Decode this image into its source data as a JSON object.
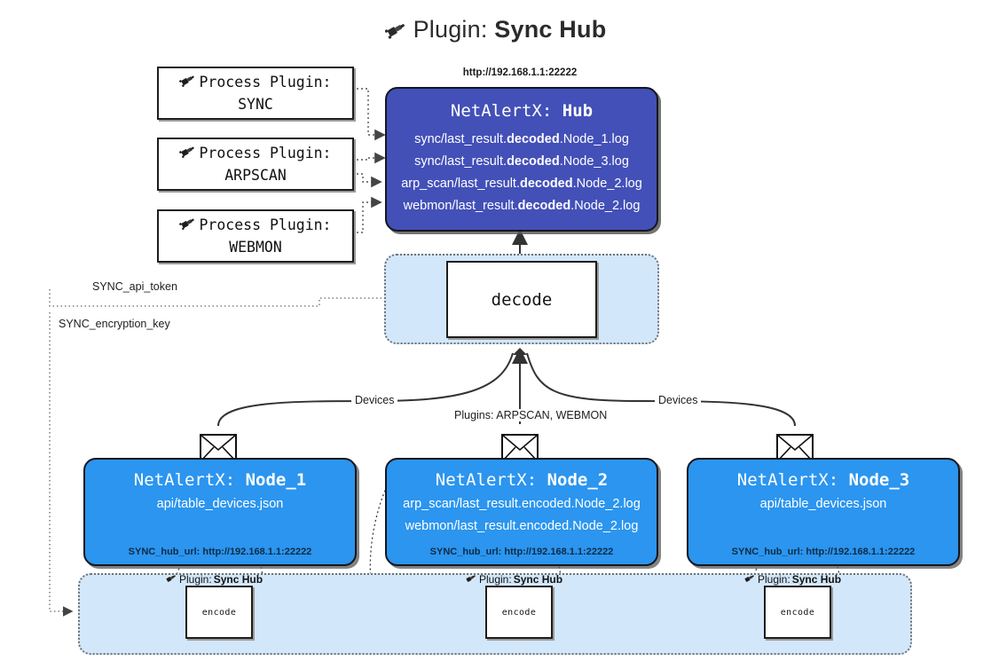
{
  "title": {
    "icon": "plug-icon",
    "prefix": "Plugin:",
    "name": "Sync Hub"
  },
  "process_plugins": [
    {
      "icon": "plug-icon",
      "label": "Process Plugin:",
      "name": "SYNC"
    },
    {
      "icon": "plug-icon",
      "label": "Process Plugin:",
      "name": "ARPSCAN"
    },
    {
      "icon": "plug-icon",
      "label": "Process Plugin:",
      "name": "WEBMON"
    }
  ],
  "hub": {
    "url": "http://192.168.1.1:22222",
    "app": "NetAlertX:",
    "name": "Hub",
    "logs": [
      {
        "pre": "sync/last_result.",
        "mid": "decoded",
        "post": ".Node_1.log"
      },
      {
        "pre": "sync/last_result.",
        "mid": "decoded",
        "post": ".Node_3.log"
      },
      {
        "pre": "arp_scan/last_result.",
        "mid": "decoded",
        "post": ".Node_2.log"
      },
      {
        "pre": "webmon/last_result.",
        "mid": "decoded",
        "post": ".Node_2.log"
      }
    ]
  },
  "decode": {
    "label": "decode"
  },
  "settings": [
    {
      "label": "SYNC_api_token"
    },
    {
      "label": "SYNC_encryption_key"
    }
  ],
  "edge_labels": {
    "devices_left": "Devices",
    "devices_right": "Devices",
    "plugins_mid": "Plugins: ARPSCAN, WEBMON"
  },
  "nodes": [
    {
      "app": "NetAlertX:",
      "name": "Node_1",
      "lines": [
        "api/table_devices.json"
      ],
      "url_label": "SYNC_hub_url: http://192.168.1.1:22222",
      "plugin_tag_prefix": "Plugin:",
      "plugin_tag_name": "Sync Hub",
      "encode_label": "encode"
    },
    {
      "app": "NetAlertX:",
      "name": "Node_2",
      "lines": [
        "arp_scan/last_result.encoded.Node_2.log",
        "webmon/last_result.encoded.Node_2.log"
      ],
      "url_label": "SYNC_hub_url: http://192.168.1.1:22222",
      "plugin_tag_prefix": "Plugin:",
      "plugin_tag_name": "Sync Hub",
      "encode_label": "encode"
    },
    {
      "app": "NetAlertX:",
      "name": "Node_3",
      "lines": [
        "api/table_devices.json"
      ],
      "url_label": "SYNC_hub_url: http://192.168.1.1:22222",
      "plugin_tag_prefix": "Plugin:",
      "plugin_tag_name": "Sync Hub",
      "encode_label": "encode"
    }
  ],
  "colors": {
    "hub_fill": "#4350b8",
    "node_fill": "#2b95ef",
    "group_fill": "#d3e7fb",
    "stroke": "#15161c",
    "text_dark": "#1d1d1d"
  }
}
